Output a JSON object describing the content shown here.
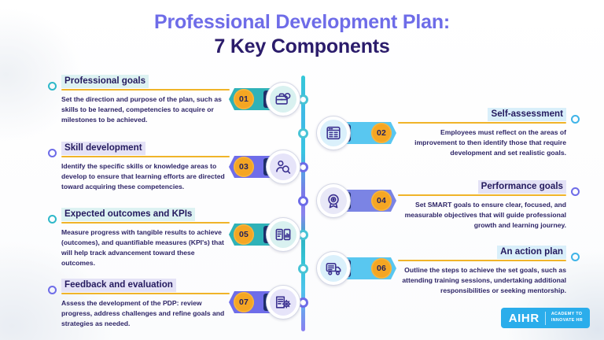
{
  "title": {
    "line1": "Professional Development Plan:",
    "line2": "7 Key Components",
    "color_line1": "#6e6ce8",
    "color_line2": "#2b1c6b"
  },
  "colors": {
    "teal": "#2fb8c9",
    "sky": "#3fb4e8",
    "purple": "#6e6ce8",
    "orange_rule": "#f0b429",
    "number_pill": "#f5a623",
    "text_navy": "#241a5e",
    "logo_blue": "#2badeb"
  },
  "steps": [
    {
      "number": "01",
      "side": "left",
      "heading": "Professional goals",
      "highlight": "teal",
      "body": "Set the direction and purpose of the plan, such as skills to be learned, competencies to acquire or milestones to be achieved.",
      "banner_color": "#2fb2b8",
      "cap_color": "#1f2f6b",
      "halo_color": "#d9f1f0",
      "icon": "briefcase-icon",
      "marker_color": "teal"
    },
    {
      "number": "02",
      "side": "right",
      "heading": "Self-assessment",
      "highlight": "sky",
      "body": "Employees must reflect on the areas of improvement to then identify those that require development and set realistic goals.",
      "banner_color": "#59c7f0",
      "cap_color": "#1f2f6b",
      "halo_color": "#daf0fb",
      "icon": "clipboard-checklist-icon",
      "marker_color": "sky"
    },
    {
      "number": "03",
      "side": "left",
      "heading": "Skill development",
      "highlight": "lav",
      "body": "Identify the specific skills or knowledge areas to develop to ensure that learning efforts are directed toward acquiring these competencies.",
      "banner_color": "#6f6de9",
      "cap_color": "#1f2f6b",
      "halo_color": "#e6e4f9",
      "icon": "skill-search-icon",
      "marker_color": "purple"
    },
    {
      "number": "04",
      "side": "right",
      "heading": "Performance goals",
      "highlight": "lav",
      "body": "Set SMART goals to ensure clear, focused, and measurable objectives that will guide professional growth and learning journey.",
      "banner_color": "#7b84e4",
      "cap_color": "#1f2f6b",
      "halo_color": "#e8e8f7",
      "icon": "target-badge-icon",
      "marker_color": "purple"
    },
    {
      "number": "05",
      "side": "left",
      "heading": "Expected outcomes and KPIs",
      "highlight": "teal",
      "body": "Measure progress with tangible results to achieve (outcomes), and quantifiable measures (KPI's) that will help track advancement toward these outcomes.",
      "banner_color": "#2fb2b8",
      "cap_color": "#1f2f6b",
      "halo_color": "#d9f1f0",
      "icon": "kpi-chart-icon",
      "marker_color": "teal"
    },
    {
      "number": "06",
      "side": "right",
      "heading": "An action plan",
      "highlight": "sky",
      "body": "Outline the steps to achieve the set goals, such as attending training sessions, undertaking additional responsibilities or seeking mentorship.",
      "banner_color": "#59c7f0",
      "cap_color": "#1f2f6b",
      "halo_color": "#daf0fb",
      "icon": "action-plan-icon",
      "marker_color": "sky"
    },
    {
      "number": "07",
      "side": "left",
      "heading": "Feedback and evaluation",
      "highlight": "lav",
      "body": "Assess the development of the PDP: review progress, address challenges and refine goals and strategies as needed.",
      "banner_color": "#6f6de9",
      "cap_color": "#1f2f6b",
      "halo_color": "#e6e4f9",
      "icon": "feedback-gear-icon",
      "marker_color": "purple"
    }
  ],
  "logo": {
    "main": "AIHR",
    "sub_line1": "ACADEMY TO",
    "sub_line2": "INNOVATE HR"
  }
}
